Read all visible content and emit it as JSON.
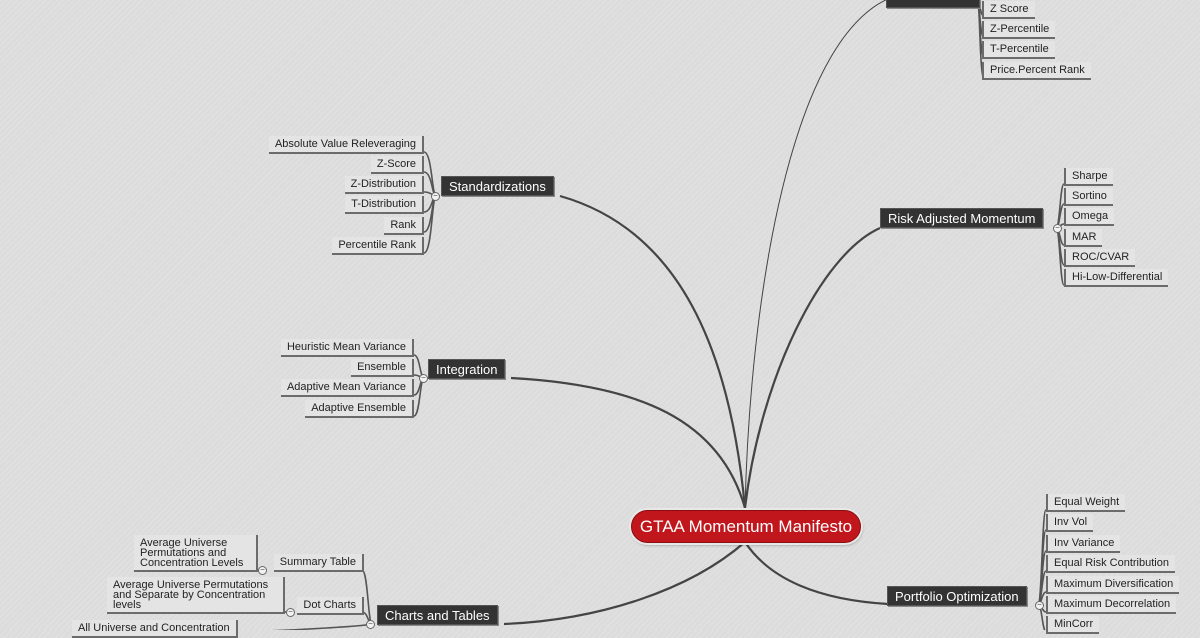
{
  "root": {
    "label": "GTAA Momentum Manifesto"
  },
  "branches": {
    "standardizations": {
      "label": "Standardizations",
      "items": [
        "Absolute Value Releveraging",
        "Z-Score",
        "Z-Distribution",
        "T-Distribution",
        "Rank",
        "Percentile Rank"
      ]
    },
    "integration": {
      "label": "Integration",
      "items": [
        "Heuristic Mean Variance",
        "Ensemble",
        "Adaptive Mean Variance",
        "Adaptive Ensemble"
      ]
    },
    "charts_and_tables": {
      "label": "Charts and Tables",
      "summary_table": {
        "label": "Summary Table",
        "items": [
          "Average Universe Permutations and Concentration Levels"
        ]
      },
      "dot_charts": {
        "label": "Dot Charts",
        "items": [
          "Average Universe Permutations and Separate by Concentration levels"
        ]
      },
      "partial_item": "All Universe and Concentration"
    },
    "top_right": {
      "items": [
        "Z Score",
        "Z-Percentile",
        "T-Percentile",
        "Price.Percent Rank"
      ]
    },
    "risk_adjusted_momentum": {
      "label": "Risk Adjusted Momentum",
      "items": [
        "Sharpe",
        "Sortino",
        "Omega",
        "MAR",
        "ROC/CVAR",
        "Hi-Low-Differential"
      ]
    },
    "portfolio_optimization": {
      "label": "Portfolio Optimization",
      "items": [
        "Equal Weight",
        "Inv Vol",
        "Inv Variance",
        "Equal Risk Contribution",
        "Maximum Diversification",
        "Maximum Decorrelation",
        "MinCorr"
      ]
    }
  },
  "colors": {
    "root_fill": "#c0161c",
    "branch_fill": "#333333",
    "connector": "#444444",
    "background": "#dcdcdc"
  },
  "collapse_icon": "minus-toggle-icon"
}
